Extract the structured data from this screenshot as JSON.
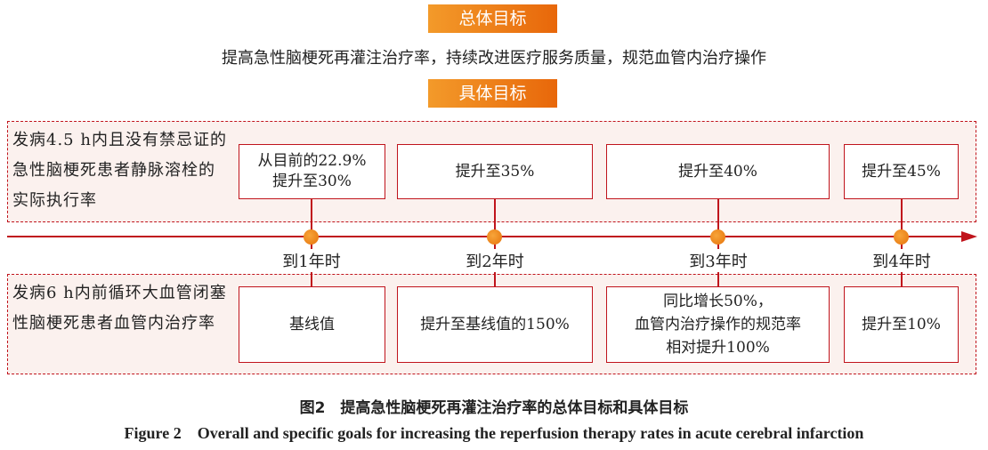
{
  "overall": {
    "label": "总体目标",
    "text": "提高急性脑梗死再灌注治疗率，持续改进医疗服务质量，规范血管内治疗操作"
  },
  "specific": {
    "label": "具体目标"
  },
  "row1": {
    "label": "发病4.5 h内且没有禁忌证的急性脑梗死患者静脉溶栓的实际执行率",
    "goals": [
      "从目前的22.9%\n提升至30%",
      "提升至35%",
      "提升至40%",
      "提升至45%"
    ]
  },
  "row2": {
    "label": "发病6 h内前循环大血管闭塞性脑梗死患者血管内治疗率",
    "goals": [
      "基线值",
      "提升至基线值的150%",
      "同比增长50%，\n血管内治疗操作的规范率\n相对提升100%",
      "提升至10%"
    ]
  },
  "timeline": [
    "到1年时",
    "到2年时",
    "到3年时",
    "到4年时"
  ],
  "caption": {
    "zh": "图2　提高急性脑梗死再灌注治疗率的总体目标和具体目标",
    "en": "Figure 2    Overall and specific goals for increasing the reperfusion therapy rates in acute cerebral infarction"
  },
  "colors": {
    "accent": "#c0141c",
    "orange": "#e8670a"
  }
}
